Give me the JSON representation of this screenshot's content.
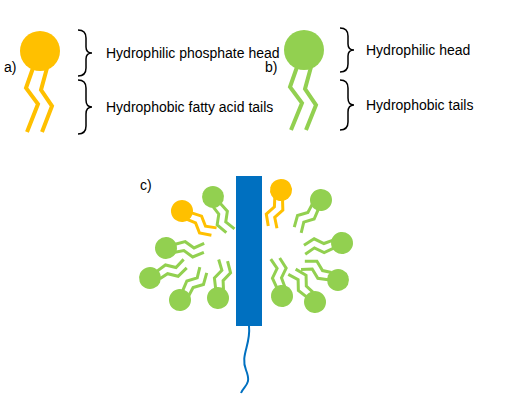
{
  "diagram": {
    "labels": [
      "a)",
      "Hydrophilic phosphate head",
      "b)",
      "Hydrophilic head",
      "Hydrophobic fatty acid tails",
      "Hydrophobic tails",
      "c)"
    ]
  }
}
